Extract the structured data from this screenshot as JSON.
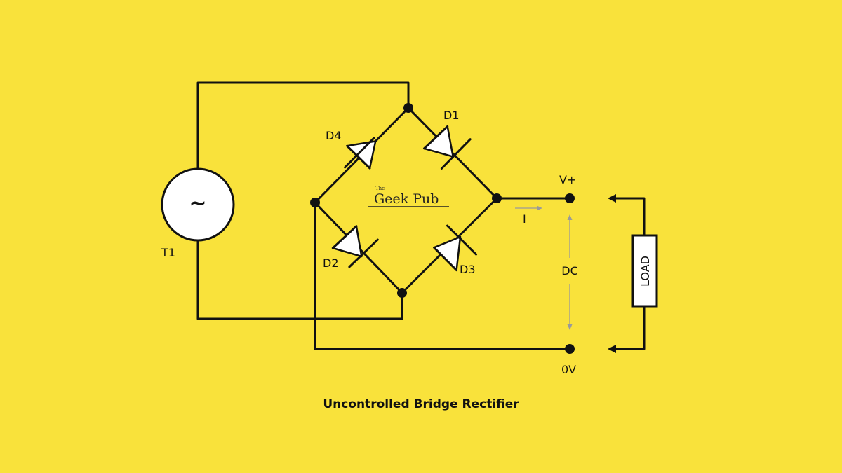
{
  "diagram": {
    "title": "Uncontrolled Bridge Rectifier",
    "source": {
      "label": "T1",
      "symbol": "~"
    },
    "diodes": {
      "d1": "D1",
      "d2": "D2",
      "d3": "D3",
      "d4": "D4"
    },
    "output": {
      "positive_label": "V+",
      "zero_label": "0V",
      "dc_label": "DC",
      "current_label": "I"
    },
    "load": {
      "label": "LOAD"
    },
    "logo": {
      "small": "The",
      "main": "Geek Pub"
    }
  },
  "colors": {
    "background": "#f9e23b",
    "wire": "#111111",
    "component_fill": "#ffffff",
    "annotation": "#9a9a9a"
  }
}
